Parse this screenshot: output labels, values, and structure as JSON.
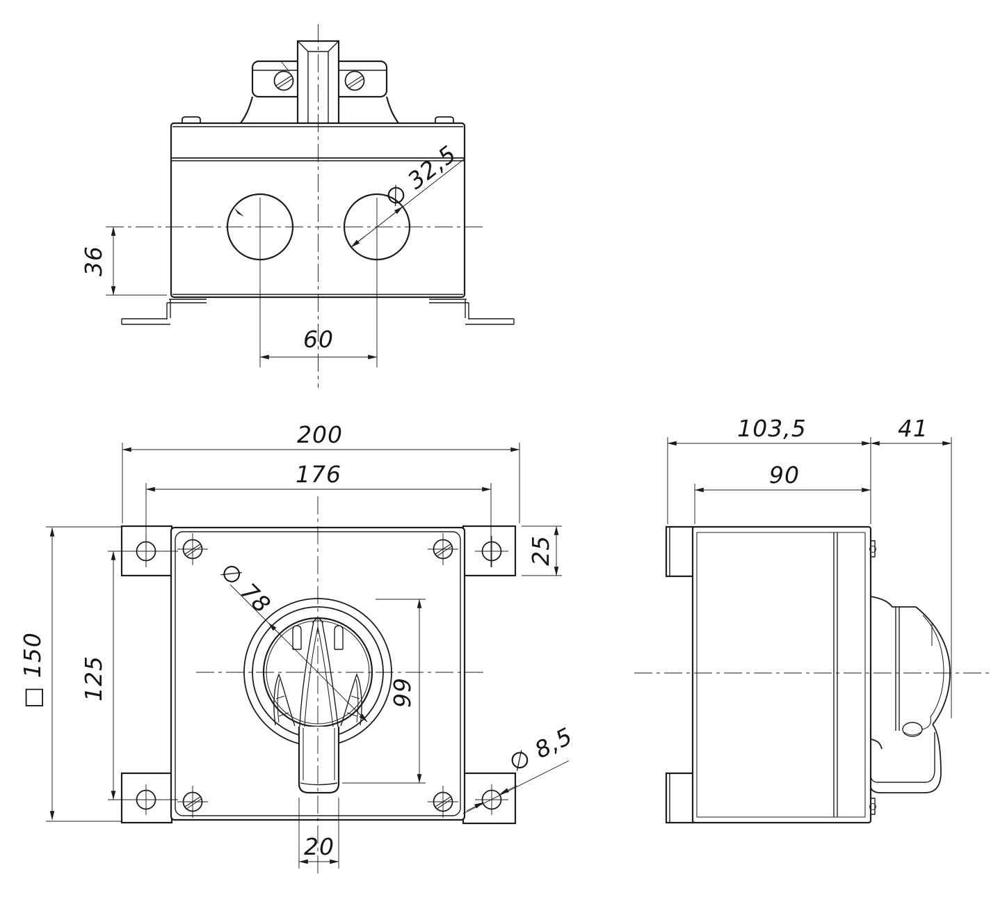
{
  "drawing": {
    "type": "engineering-drawing",
    "subject": "rotary switch enclosure, three orthographic views",
    "line_color": "#1c1c1c",
    "background": "#ffffff"
  },
  "dims": {
    "top": {
      "hole_dia": "∅ 32,5",
      "center_h": "36",
      "spacing": "60"
    },
    "front": {
      "overall_w": "200",
      "hole_span_h": "176",
      "flange_h": "25",
      "square": "□ 150",
      "hole_span_v": "125",
      "bezel_dia": "∅ 78",
      "knob_h": "99",
      "mount_dia": "∅ 8,5",
      "lever_w": "20"
    },
    "side": {
      "total_d": "103,5",
      "handle_d": "41",
      "body_d": "90"
    }
  }
}
